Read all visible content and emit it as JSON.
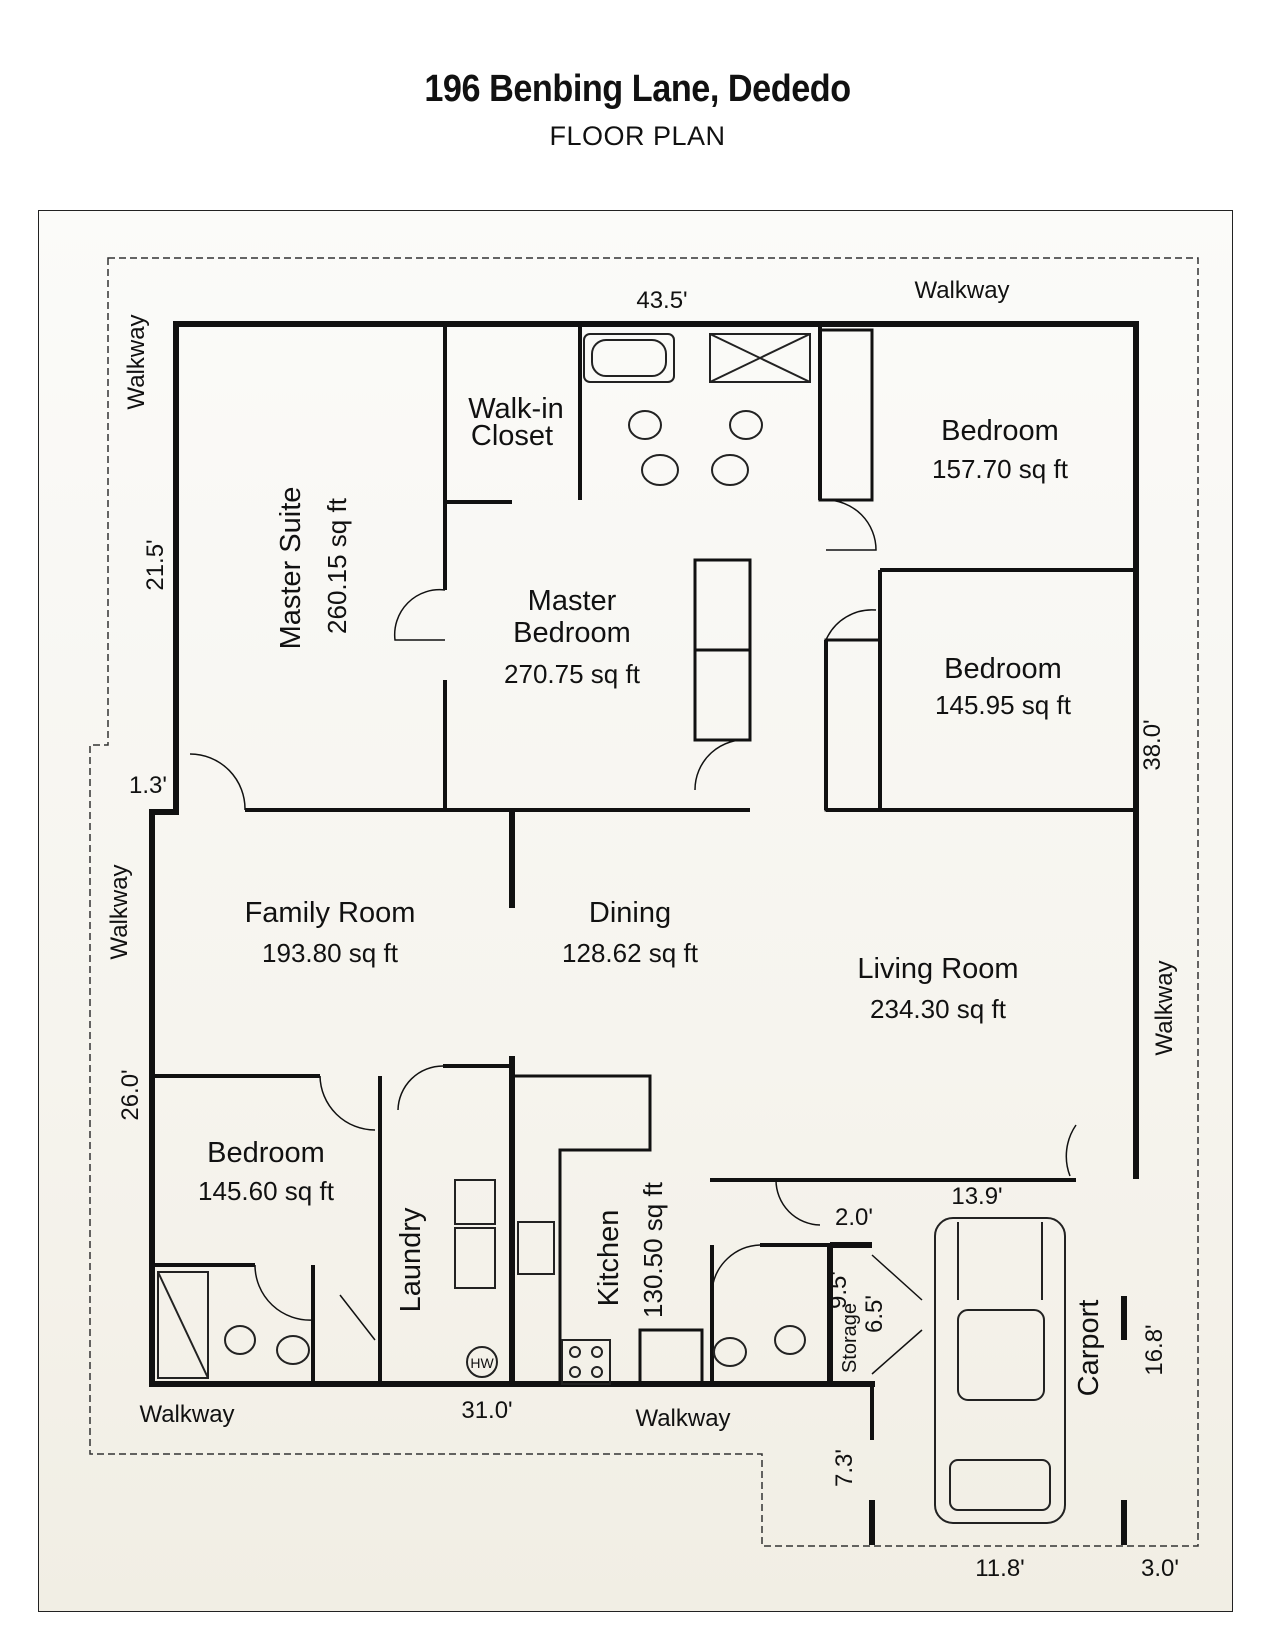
{
  "header": {
    "title": "196 Benbing Lane, Dededo",
    "subtitle": "FLOOR PLAN"
  },
  "rooms": {
    "walk_in_closet": {
      "label_line1": "Walk-in",
      "label_line2": "Closet"
    },
    "bedroom_ne": {
      "label": "Bedroom",
      "area": "157.70 sq ft"
    },
    "master_suite": {
      "label": "Master Suite",
      "area": "260.15 sq ft"
    },
    "master_bedroom": {
      "label_line1": "Master",
      "label_line2": "Bedroom",
      "area": "270.75 sq ft"
    },
    "bedroom_e": {
      "label": "Bedroom",
      "area": "145.95 sq ft"
    },
    "family_room": {
      "label": "Family Room",
      "area": "193.80 sq ft"
    },
    "dining": {
      "label": "Dining",
      "area": "128.62 sq ft"
    },
    "living_room": {
      "label": "Living Room",
      "area": "234.30 sq ft"
    },
    "bedroom_sw": {
      "label": "Bedroom",
      "area": "145.60 sq ft"
    },
    "laundry": {
      "label": "Laundry"
    },
    "kitchen": {
      "label": "Kitchen",
      "area": "130.50 sq ft"
    },
    "storage": {
      "label": "Storage"
    },
    "carport": {
      "label": "Carport"
    },
    "water_heater": {
      "label": "HW"
    }
  },
  "dimensions": {
    "top_width": "43.5'",
    "left_upper": "21.5'",
    "step": "1.3'",
    "right_height": "38.0'",
    "left_lower": "26.0'",
    "bottom_width": "31.0'",
    "carport_top": "13.9'",
    "storage_width": "2.0'",
    "storage_length": "9.5'",
    "storage_door": "6.5'",
    "carport_length": "16.8'",
    "carport_offset": "7.3'",
    "carport_width": "11.8'",
    "side_gap": "3.0'"
  },
  "walkways": {
    "top": "Walkway",
    "left_upper": "Walkway",
    "left_lower": "Walkway",
    "right": "Walkway",
    "bottom_left": "Walkway",
    "bottom_center": "Walkway"
  }
}
